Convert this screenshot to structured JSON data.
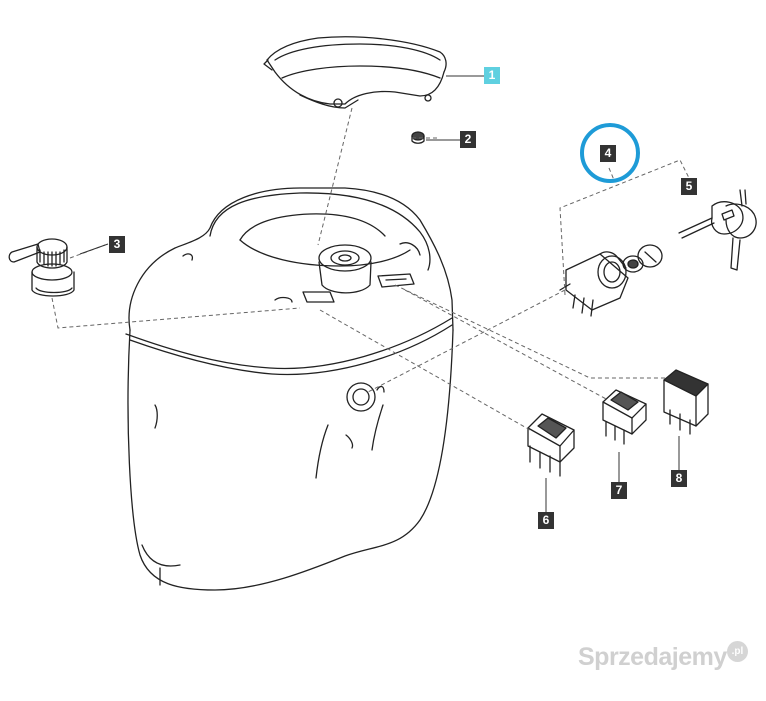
{
  "diagram": {
    "callouts": [
      {
        "id": "callout-1",
        "label": "1",
        "color": "#5fd0e0"
      },
      {
        "id": "callout-2",
        "label": "2",
        "color": "#333333"
      },
      {
        "id": "callout-3",
        "label": "3",
        "color": "#333333"
      },
      {
        "id": "callout-4",
        "label": "4",
        "color": "#333333"
      },
      {
        "id": "callout-5",
        "label": "5",
        "color": "#333333"
      },
      {
        "id": "callout-6",
        "label": "6",
        "color": "#333333"
      },
      {
        "id": "callout-7",
        "label": "7",
        "color": "#333333"
      },
      {
        "id": "callout-8",
        "label": "8",
        "color": "#333333"
      }
    ],
    "highlight_color": "#1e9bd7"
  },
  "watermark": {
    "text": "Sprzedajemy",
    "badge": ".pl"
  }
}
